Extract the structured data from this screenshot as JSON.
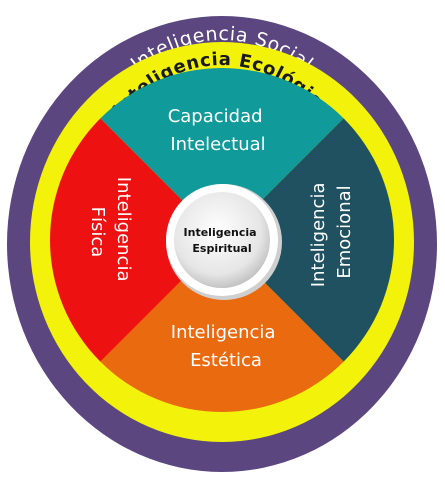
{
  "outer_ring": {
    "label": "Inteligencia Social",
    "color": "#5b4680"
  },
  "middle_ring": {
    "label": "Inteligencia Ecológica",
    "color": "#f2f20a"
  },
  "quadrants": {
    "top": {
      "line1": "Capacidad",
      "line2": "Intelectual",
      "color": "#109a9a"
    },
    "left": {
      "line1": "Inteligencia",
      "line2": "Física",
      "color": "#ee1111"
    },
    "right": {
      "line1": "Inteligencia",
      "line2": "Emocional",
      "color": "#1f5160"
    },
    "bottom": {
      "line1": "Inteligencia",
      "line2": "Estética",
      "color": "#ea6a10"
    }
  },
  "center": {
    "line1": "Inteligencia",
    "line2": "Espiritual"
  }
}
